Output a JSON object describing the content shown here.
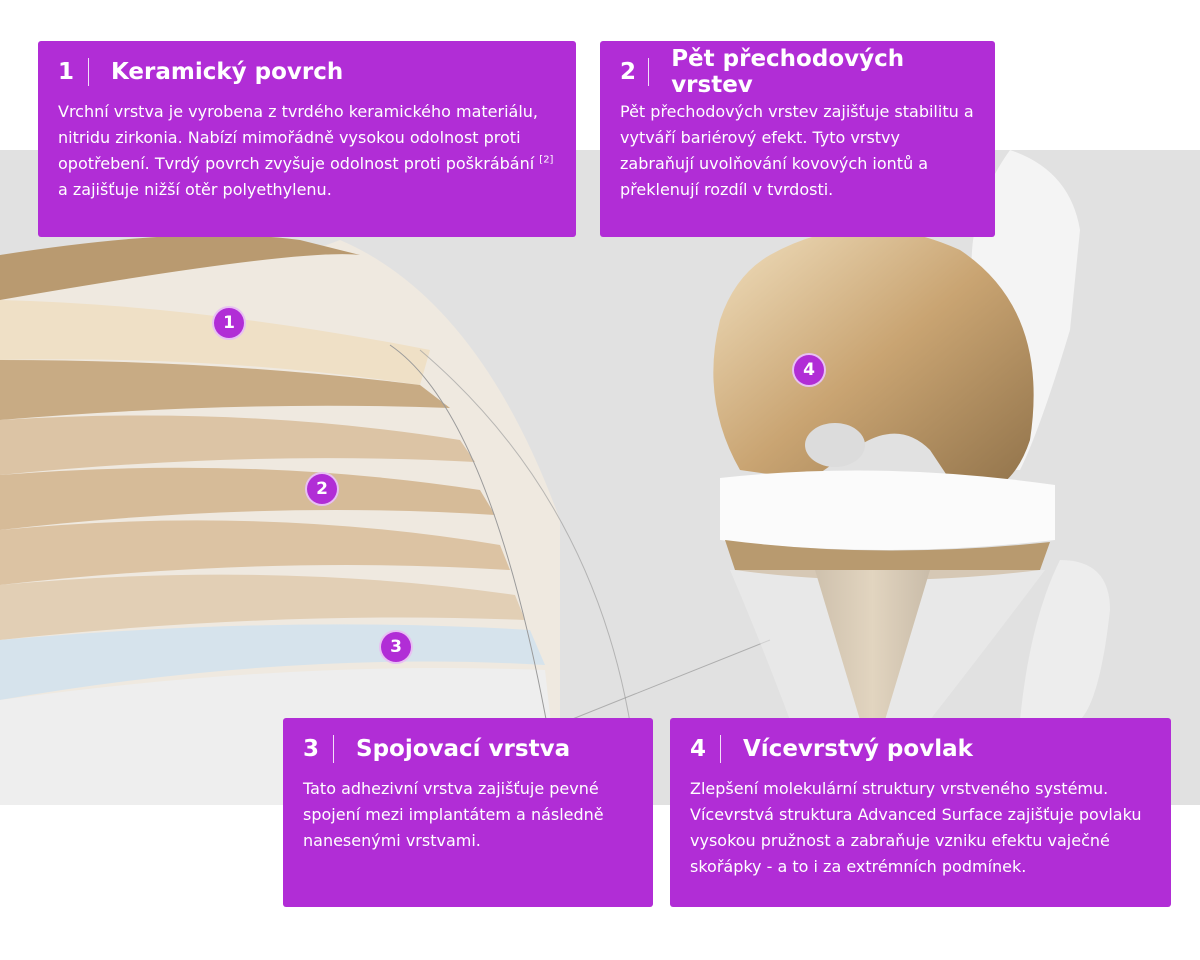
{
  "callouts": [
    {
      "number": "1",
      "title": "Keramický povrch",
      "text_before_ref": "Vrchní vrstva je vyrobena z tvrdého keramického materiálu, nitridu zirkonia. Nabízí mimořádně vysokou odolnost proti opotřebení. Tvrdý povrch zvyšuje odolnost proti poškrábání",
      "ref": "[2]",
      "text_after_ref": " a zajišťuje nižší otěr polyethylenu."
    },
    {
      "number": "2",
      "title": "Pět přechodových vrstev",
      "text": "Pět přechodových vrstev zajišťuje stabilitu a vytváří bariérový efekt. Tyto vrstvy zabraňují uvolňování kovových iontů a překlenují rozdíl v tvrdosti."
    },
    {
      "number": "3",
      "title": "Spojovací vrstva",
      "text": "Tato adhezivní vrstva zajišťuje pevné spojení mezi implantátem a následně nanesenými vrstvami."
    },
    {
      "number": "4",
      "title": "Vícevrstvý povlak",
      "text": "Zlepšení molekulární struktury vrstveného systému. Vícevrstvá struktura Advanced Surface zajišťuje povlaku vysokou pružnost a zabraňuje vzniku efektu vaječné skořápky - a to i za extrémních podmínek."
    }
  ],
  "badges": [
    "1",
    "2",
    "3",
    "4"
  ],
  "colors": {
    "accent": "#b12dd6",
    "background": "#e1e1e1",
    "gold": "#c9a878"
  }
}
